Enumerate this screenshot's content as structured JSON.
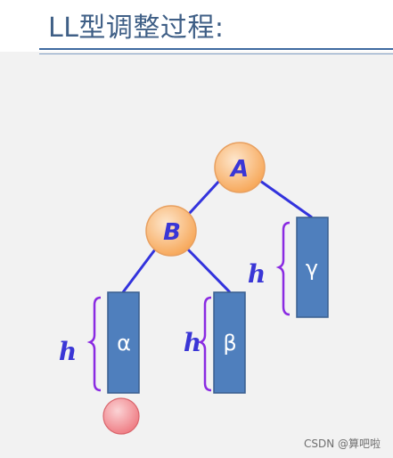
{
  "title": "LL型调整过程:",
  "nodes": {
    "a_label": "A",
    "b_label": "B"
  },
  "subtrees": {
    "alpha": "α",
    "beta": "β",
    "gamma": "γ"
  },
  "height_label": "h",
  "watermark": "CSDN @算吧啦",
  "colors": {
    "node_fill": "#f9c08a",
    "node_label": "#3a36d6",
    "edge": "#3333dd",
    "subtree_fill": "#4f7fbd",
    "brace": "#8a2be2",
    "inserted_node": "#f5a3a6",
    "title": "#3f5f86"
  }
}
